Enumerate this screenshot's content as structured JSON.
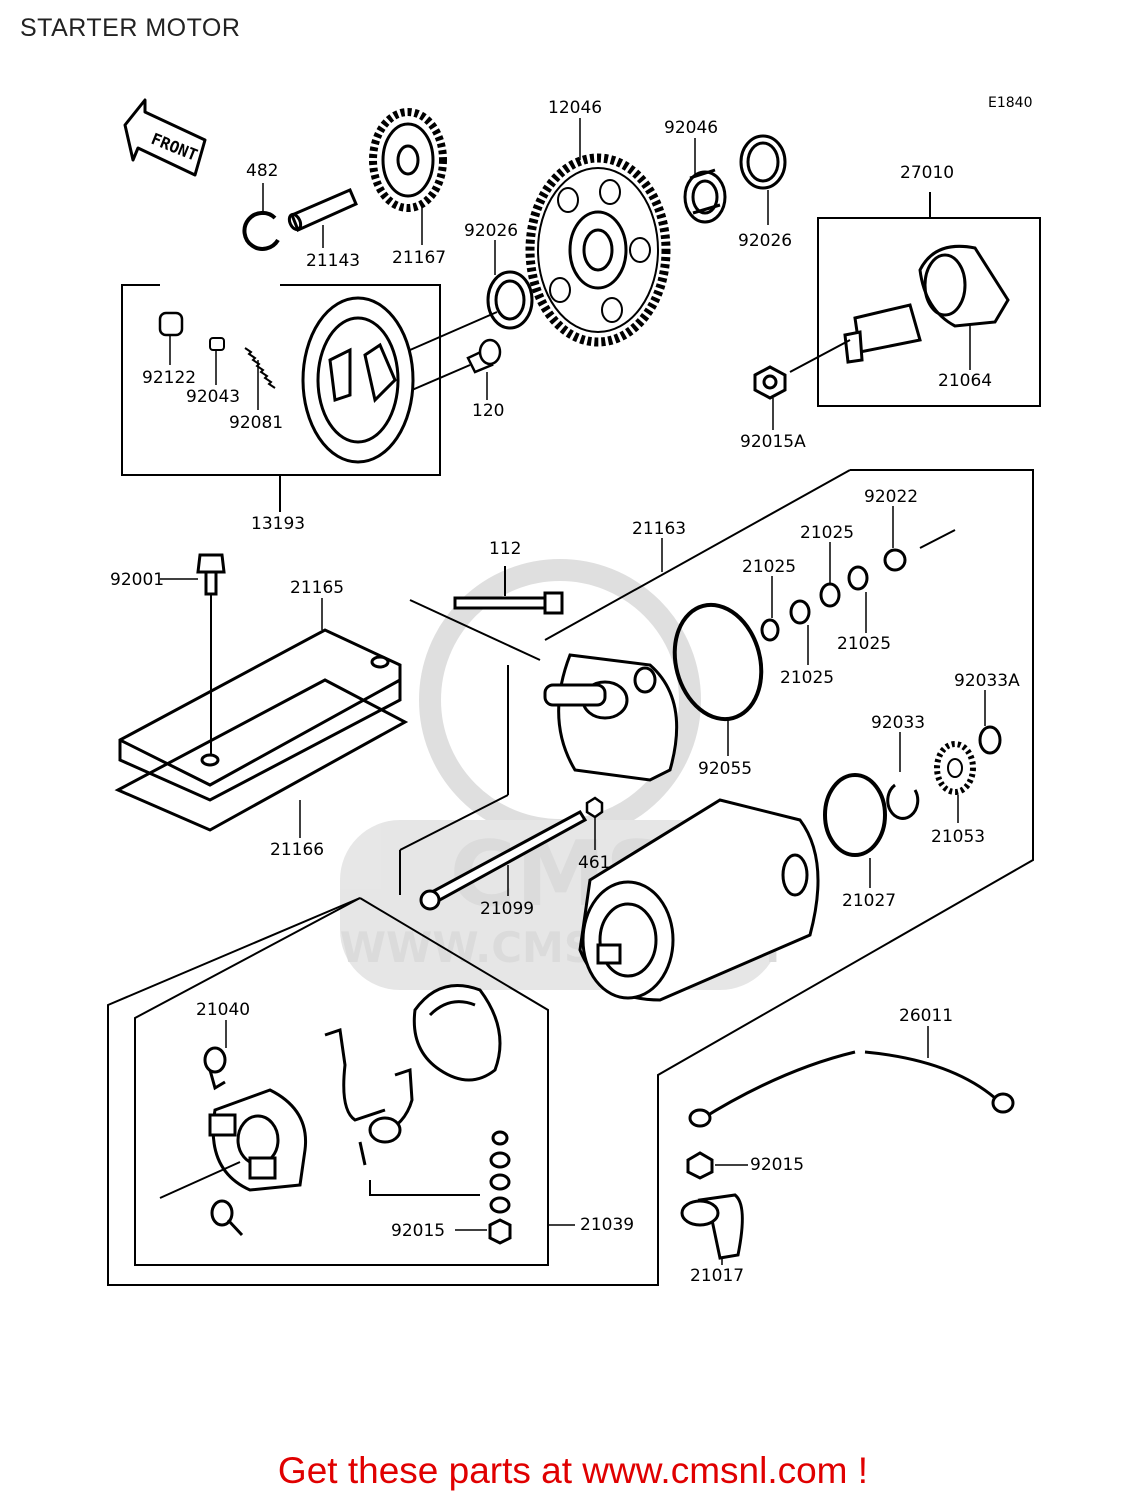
{
  "page": {
    "title": "STARTER MOTOR",
    "footer": "Get these parts at www.cmsnl.com !"
  },
  "diagram": {
    "code": "E1840",
    "front_label": "FRONT",
    "watermark": {
      "logo": "CMS",
      "url": "WWW.CMSNL.COM"
    },
    "labels": {
      "p482": "482",
      "p21143": "21143",
      "p21167": "21167",
      "p12046": "12046",
      "p92046": "92046",
      "p92026a": "92026",
      "p92026b": "92026",
      "p27010": "27010",
      "p21064": "21064",
      "p92015A": "92015A",
      "p92122": "92122",
      "p92043": "92043",
      "p92081": "92081",
      "p120": "120",
      "p13193": "13193",
      "p92001": "92001",
      "p21165": "21165",
      "p112": "112",
      "p21163": "21163",
      "p92022": "92022",
      "p21025a": "21025",
      "p21025b": "21025",
      "p21025c": "21025",
      "p21025d": "21025",
      "p92033A": "92033A",
      "p92033": "92033",
      "p92055": "92055",
      "p21053": "21053",
      "p21166": "21166",
      "p461": "461",
      "p21027": "21027",
      "p21099": "21099",
      "p21040": "21040",
      "p26011": "26011",
      "p92015a": "92015",
      "p92015b": "92015",
      "p21039": "21039",
      "p21017": "21017"
    }
  }
}
